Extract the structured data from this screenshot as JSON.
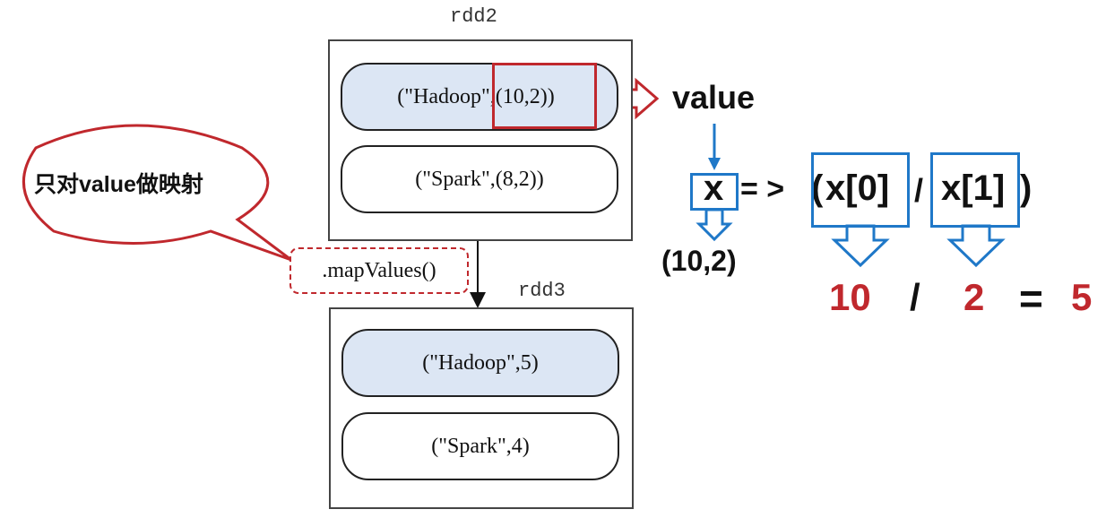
{
  "rdd2": {
    "label": "rdd2",
    "record1": "(\"Hadoop\",(10,2))",
    "record2": "(\"Spark\",(8,2))"
  },
  "rdd3": {
    "label": "rdd3",
    "record1": "(\"Hadoop\",5)",
    "record2": "(\"Spark\",4)"
  },
  "operation": ".mapValues()",
  "callout": "只对value做映射",
  "annotations": {
    "value_label": "value",
    "value_example": "(10,2)",
    "lambda_param": "x",
    "lambda_arrow": "= >",
    "open_paren": "(",
    "x0": "x[0]",
    "slash": "/",
    "x1": "x[1]",
    "close_paren": ")"
  },
  "result": {
    "numerator": "10",
    "divide": "/",
    "denominator": "2",
    "equals": "=",
    "value": "5"
  },
  "colors": {
    "highlight_fill": "#dce6f4",
    "red": "#c0282d",
    "blue": "#1f78c8"
  }
}
